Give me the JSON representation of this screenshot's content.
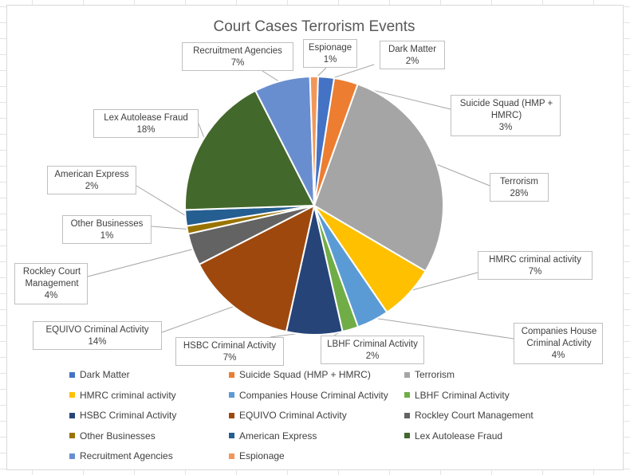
{
  "chart_data": {
    "type": "pie",
    "title": "Court Cases Terrorism Events",
    "slices": [
      {
        "name": "Dark Matter",
        "value": 2,
        "label_name": "Dark Matter",
        "label_value": "2%",
        "color": "#4472C4"
      },
      {
        "name": "Suicide Squad (HMP + HMRC)",
        "value": 3,
        "label_name": "Suicide Squad (HMP + HMRC)",
        "label_value": "3%",
        "color": "#ED7D31"
      },
      {
        "name": "Terrorism",
        "value": 28,
        "label_name": "Terrorism",
        "label_value": "28%",
        "color": "#A5A5A5"
      },
      {
        "name": "HMRC criminal activity",
        "value": 7,
        "label_name": "HMRC criminal activity",
        "label_value": "7%",
        "color": "#FFC000"
      },
      {
        "name": "Companies House Criminal Activity",
        "value": 4,
        "label_name": "Companies House Criminal Activity",
        "label_value": "4%",
        "color": "#5B9BD5"
      },
      {
        "name": "LBHF Criminal Activity",
        "value": 2,
        "label_name": "LBHF Criminal Activity",
        "label_value": "2%",
        "color": "#70AD47"
      },
      {
        "name": "HSBC Criminal Activity",
        "value": 7,
        "label_name": "HSBC Criminal Activity",
        "label_value": "7%",
        "color": "#264478"
      },
      {
        "name": "EQUIVO Criminal Activity",
        "value": 14,
        "label_name": "EQUIVO Criminal Activity",
        "label_value": "14%",
        "color": "#9E480E"
      },
      {
        "name": "Rockley Court Management",
        "value": 4,
        "label_name": "Rockley Court Management",
        "label_value": "4%",
        "color": "#636363"
      },
      {
        "name": "Other Businesses",
        "value": 1,
        "label_name": "Other Businesses",
        "label_value": "1%",
        "color": "#997300"
      },
      {
        "name": "American Express",
        "value": 2,
        "label_name": "American Express",
        "label_value": "2%",
        "color": "#255E91"
      },
      {
        "name": "Lex Autolease Fraud",
        "value": 18,
        "label_name": "Lex Autolease Fraud",
        "label_value": "18%",
        "color": "#43682B"
      },
      {
        "name": "Recruitment Agencies",
        "value": 7,
        "label_name": "Recruitment Agencies",
        "label_value": "7%",
        "color": "#698ED0"
      },
      {
        "name": "Espionage",
        "value": 1,
        "label_name": "Espionage",
        "label_value": "1%",
        "color": "#F1975A"
      }
    ],
    "legend_position": "bottom"
  }
}
